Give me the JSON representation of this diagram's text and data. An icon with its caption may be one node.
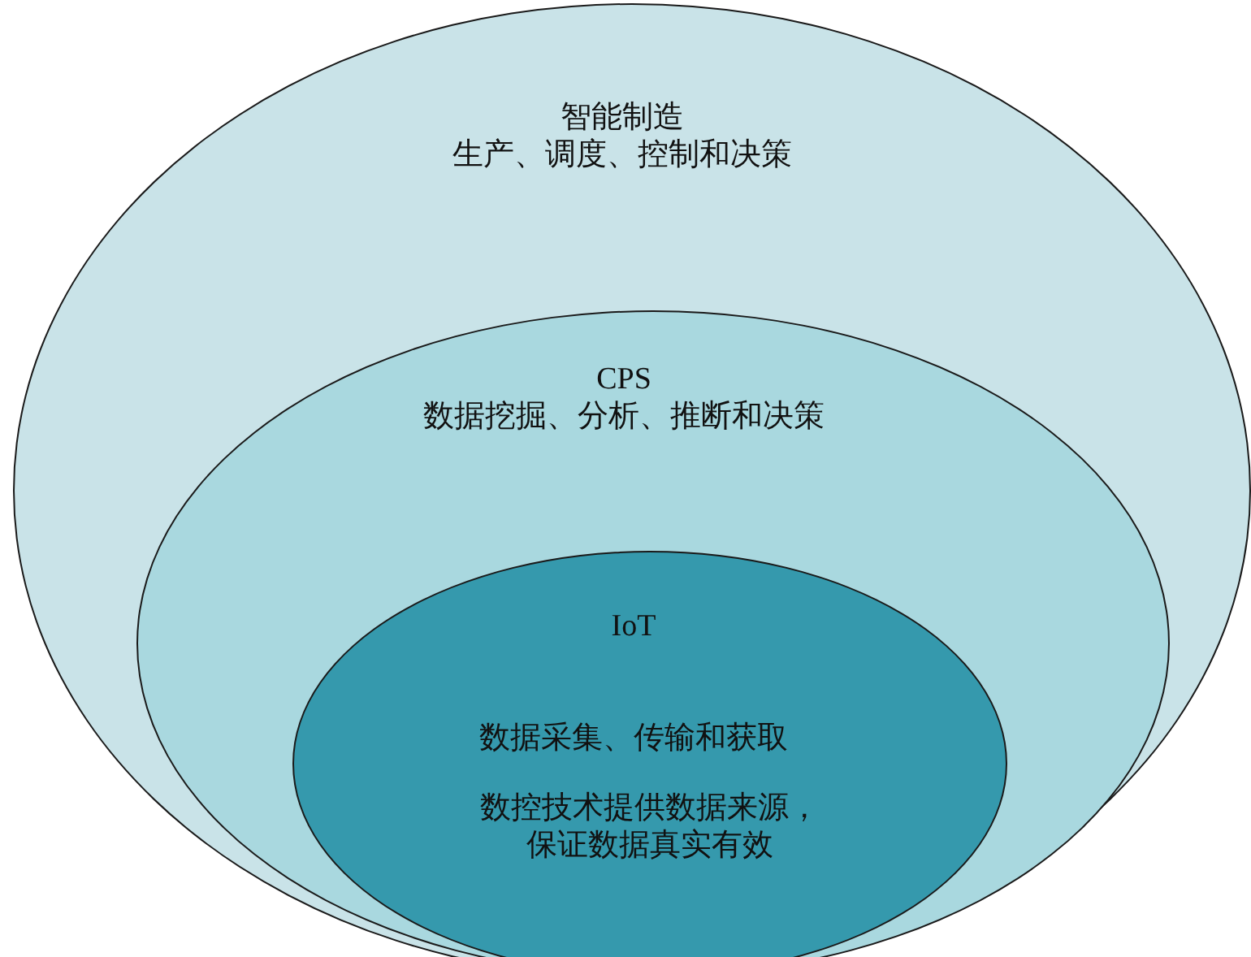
{
  "diagram": {
    "nodes": [
      {
        "text": [
          "智能制造",
          "生产、调度、控制和决策"
        ]
      },
      {
        "text": [
          "CPS",
          "数据挖掘、分析、推断和决策"
        ],
        "in": 0
      },
      {
        "text": [
          "IoT",
          "数据采集、传输和获取",
          "数控技术提供数据来源，保证数据真实有效"
        ],
        "in": 1
      }
    ]
  }
}
